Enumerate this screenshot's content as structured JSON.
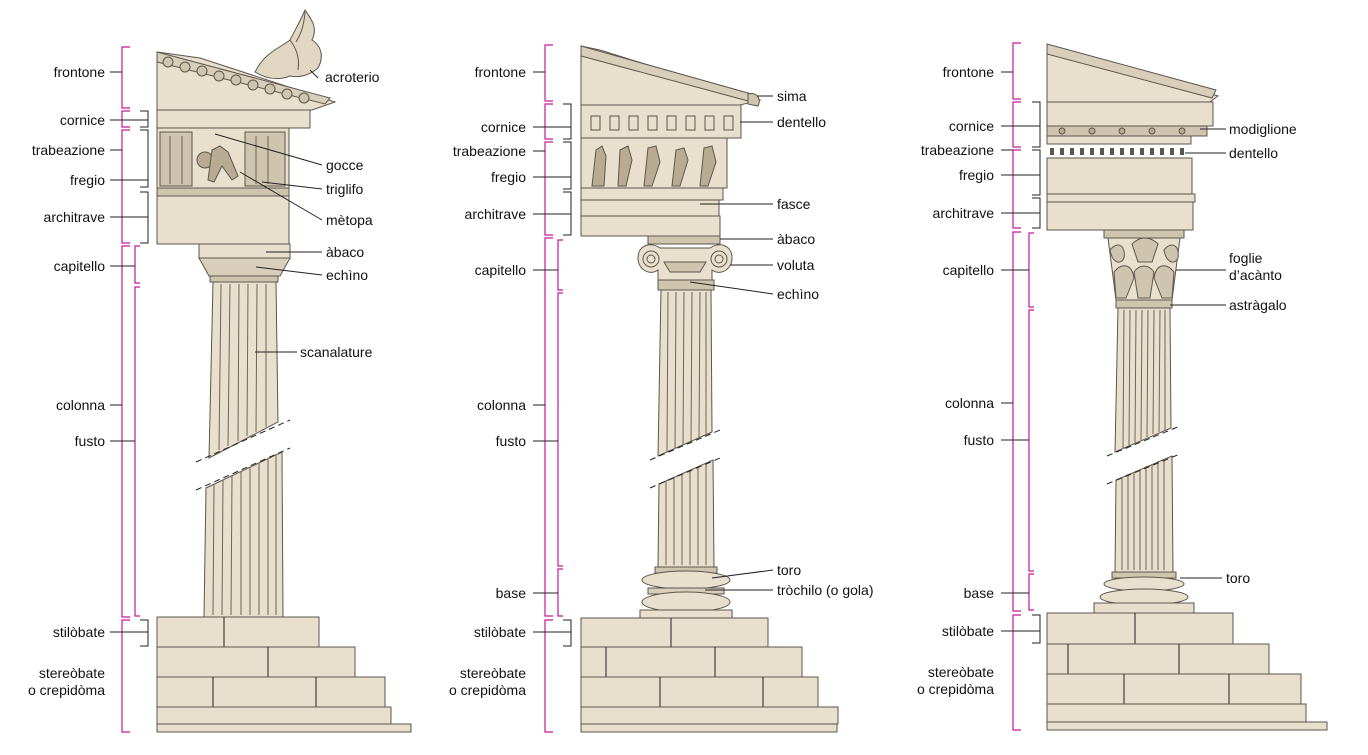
{
  "doric": {
    "left_labels": {
      "frontone": "frontone",
      "cornice": "cornice",
      "trabeazione": "trabeazione",
      "fregio": "fregio",
      "architrave": "architrave",
      "capitello": "capitello",
      "colonna": "colonna",
      "fusto": "fusto",
      "stilobate": "stilòbate",
      "stereobate_1": "stereòbate",
      "stereobate_2": "o crepidòma"
    },
    "right_labels": {
      "acroterio": "acroterio",
      "gocce": "gocce",
      "triglifo": "triglifo",
      "metopa": "mètopa",
      "abaco": "àbaco",
      "echino": "echìno",
      "scanalature": "scanalature"
    }
  },
  "ionic": {
    "left_labels": {
      "frontone": "frontone",
      "cornice": "cornice",
      "trabeazione": "trabeazione",
      "fregio": "fregio",
      "architrave": "architrave",
      "capitello": "capitello",
      "colonna": "colonna",
      "fusto": "fusto",
      "base": "base",
      "stilobate": "stilòbate",
      "stereobate_1": "stereòbate",
      "stereobate_2": "o crepidòma"
    },
    "right_labels": {
      "sima": "sima",
      "dentello": "dentello",
      "fasce": "fasce",
      "abaco": "àbaco",
      "voluta": "voluta",
      "echino": "echìno",
      "toro": "toro",
      "trochilo": "tròchilo (o gola)"
    }
  },
  "corinthian": {
    "left_labels": {
      "frontone": "frontone",
      "cornice": "cornice",
      "trabeazione": "trabeazione",
      "fregio": "fregio",
      "architrave": "architrave",
      "capitello": "capitello",
      "colonna": "colonna",
      "fusto": "fusto",
      "base": "base",
      "stilobate": "stilòbate",
      "stereobate_1": "stereòbate",
      "stereobate_2": "o crepidòma"
    },
    "right_labels": {
      "modiglione": "modiglione",
      "dentello": "dentello",
      "foglie_1": "foglie",
      "foglie_2": "d’acànto",
      "astragalo": "astràgalo",
      "toro": "toro"
    }
  },
  "colors": {
    "stone": "#e8dfcc",
    "bracket": "#c5179a",
    "outline": "#5c574e"
  }
}
